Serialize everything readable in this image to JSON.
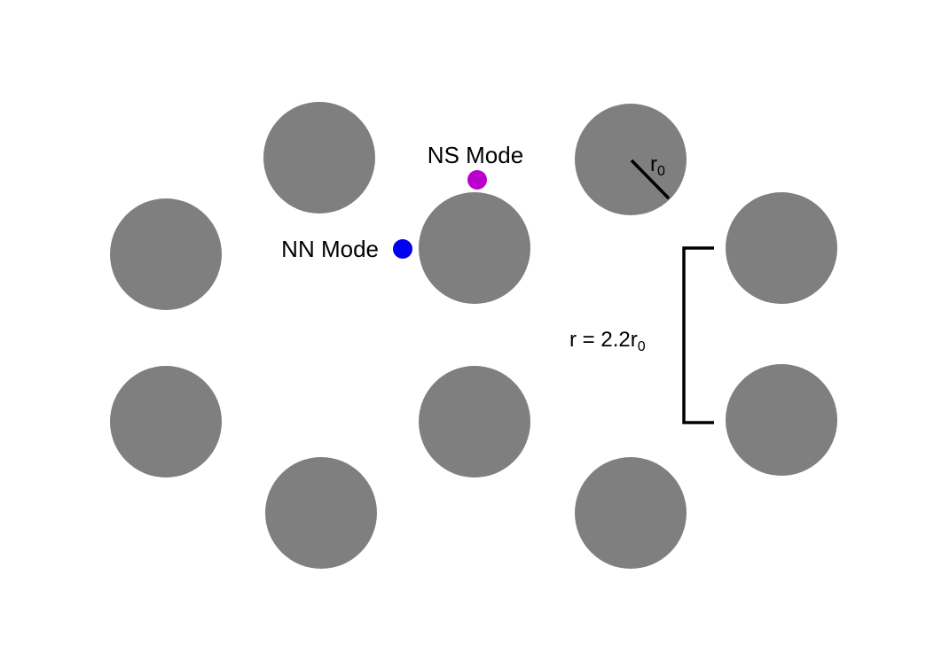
{
  "colors": {
    "rod": "#7f7f7f",
    "nn_dot": "#0000ee",
    "ns_dot": "#bb00cc",
    "ink": "#000000",
    "background": "#ffffff"
  },
  "labels": {
    "ns_mode": "NS Mode",
    "nn_mode": "NN Mode",
    "radius_symbol": "r",
    "radius_subscript": "0",
    "spacing_prefix": "r = 2.2r",
    "spacing_subscript": "0"
  },
  "lattice": {
    "rod_count": 10,
    "spacing_ratio": 2.2
  }
}
